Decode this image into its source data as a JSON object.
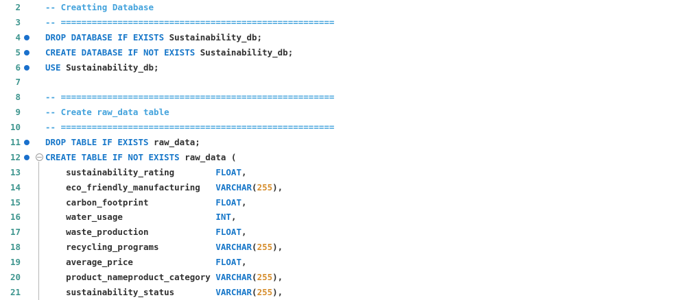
{
  "app": {
    "name": "SQL code editor",
    "view": "script with line numbers, statement markers and fold gutter"
  },
  "colors": {
    "background": "#ffffff",
    "keyword": "#1777c9",
    "comment": "#44a3dc",
    "plain": "#303030",
    "number": "#d68e2e",
    "line_number": "#3f968f",
    "bullet": "#1a70cc",
    "fold_icon": "#9b9b9b",
    "fold_line": "#b7b7b7"
  },
  "token_classes": {
    "kw": "sql-keyword",
    "cm": "comment",
    "pl": "identifier-or-punctuation",
    "num": "number-literal"
  },
  "editor": {
    "first_visible_line": "2",
    "last_visible_line": "21",
    "lines": [
      {
        "n": "2",
        "bullet": false,
        "fold": false,
        "tokens": [
          [
            "cm",
            "-- Creatting Database"
          ]
        ]
      },
      {
        "n": "3",
        "bullet": false,
        "fold": false,
        "tokens": [
          [
            "cm",
            "-- ====================================================="
          ]
        ]
      },
      {
        "n": "4",
        "bullet": true,
        "fold": false,
        "tokens": [
          [
            "kw",
            "DROP DATABASE IF EXISTS"
          ],
          [
            "pl",
            " Sustainability_db;"
          ]
        ]
      },
      {
        "n": "5",
        "bullet": true,
        "fold": false,
        "tokens": [
          [
            "kw",
            "CREATE DATABASE IF NOT EXISTS"
          ],
          [
            "pl",
            " Sustainability_db;"
          ]
        ]
      },
      {
        "n": "6",
        "bullet": true,
        "fold": false,
        "tokens": [
          [
            "kw",
            "USE"
          ],
          [
            "pl",
            " Sustainability_db;"
          ]
        ]
      },
      {
        "n": "7",
        "bullet": false,
        "fold": false,
        "tokens": []
      },
      {
        "n": "8",
        "bullet": false,
        "fold": false,
        "tokens": [
          [
            "cm",
            "-- ====================================================="
          ]
        ]
      },
      {
        "n": "9",
        "bullet": false,
        "fold": false,
        "tokens": [
          [
            "cm",
            "-- Create raw_data table"
          ]
        ]
      },
      {
        "n": "10",
        "bullet": false,
        "fold": false,
        "tokens": [
          [
            "cm",
            "-- ====================================================="
          ]
        ]
      },
      {
        "n": "11",
        "bullet": true,
        "fold": false,
        "tokens": [
          [
            "kw",
            "DROP TABLE IF EXISTS"
          ],
          [
            "pl",
            " raw_data;"
          ]
        ]
      },
      {
        "n": "12",
        "bullet": true,
        "fold": true,
        "tokens": [
          [
            "kw",
            "CREATE TABLE IF NOT EXISTS"
          ],
          [
            "pl",
            " raw_data ("
          ]
        ]
      },
      {
        "n": "13",
        "bullet": false,
        "fold": false,
        "tokens": [
          [
            "pl",
            "    sustainability_rating        "
          ],
          [
            "kw",
            "FLOAT"
          ],
          [
            "pl",
            ","
          ]
        ]
      },
      {
        "n": "14",
        "bullet": false,
        "fold": false,
        "tokens": [
          [
            "pl",
            "    eco_friendly_manufacturing   "
          ],
          [
            "kw",
            "VARCHAR"
          ],
          [
            "pl",
            "("
          ],
          [
            "num",
            "255"
          ],
          [
            "pl",
            "),"
          ]
        ]
      },
      {
        "n": "15",
        "bullet": false,
        "fold": false,
        "tokens": [
          [
            "pl",
            "    carbon_footprint             "
          ],
          [
            "kw",
            "FLOAT"
          ],
          [
            "pl",
            ","
          ]
        ]
      },
      {
        "n": "16",
        "bullet": false,
        "fold": false,
        "tokens": [
          [
            "pl",
            "    water_usage                  "
          ],
          [
            "kw",
            "INT"
          ],
          [
            "pl",
            ","
          ]
        ]
      },
      {
        "n": "17",
        "bullet": false,
        "fold": false,
        "tokens": [
          [
            "pl",
            "    waste_production             "
          ],
          [
            "kw",
            "FLOAT"
          ],
          [
            "pl",
            ","
          ]
        ]
      },
      {
        "n": "18",
        "bullet": false,
        "fold": false,
        "tokens": [
          [
            "pl",
            "    recycling_programs           "
          ],
          [
            "kw",
            "VARCHAR"
          ],
          [
            "pl",
            "("
          ],
          [
            "num",
            "255"
          ],
          [
            "pl",
            "),"
          ]
        ]
      },
      {
        "n": "19",
        "bullet": false,
        "fold": false,
        "tokens": [
          [
            "pl",
            "    average_price                "
          ],
          [
            "kw",
            "FLOAT"
          ],
          [
            "pl",
            ","
          ]
        ]
      },
      {
        "n": "20",
        "bullet": false,
        "fold": false,
        "tokens": [
          [
            "pl",
            "    product_nameproduct_category "
          ],
          [
            "kw",
            "VARCHAR"
          ],
          [
            "pl",
            "("
          ],
          [
            "num",
            "255"
          ],
          [
            "pl",
            "),"
          ]
        ]
      },
      {
        "n": "21",
        "bullet": false,
        "fold": false,
        "tokens": [
          [
            "pl",
            "    sustainability_status        "
          ],
          [
            "kw",
            "VARCHAR"
          ],
          [
            "pl",
            "("
          ],
          [
            "num",
            "255"
          ],
          [
            "pl",
            "),"
          ]
        ]
      }
    ]
  }
}
